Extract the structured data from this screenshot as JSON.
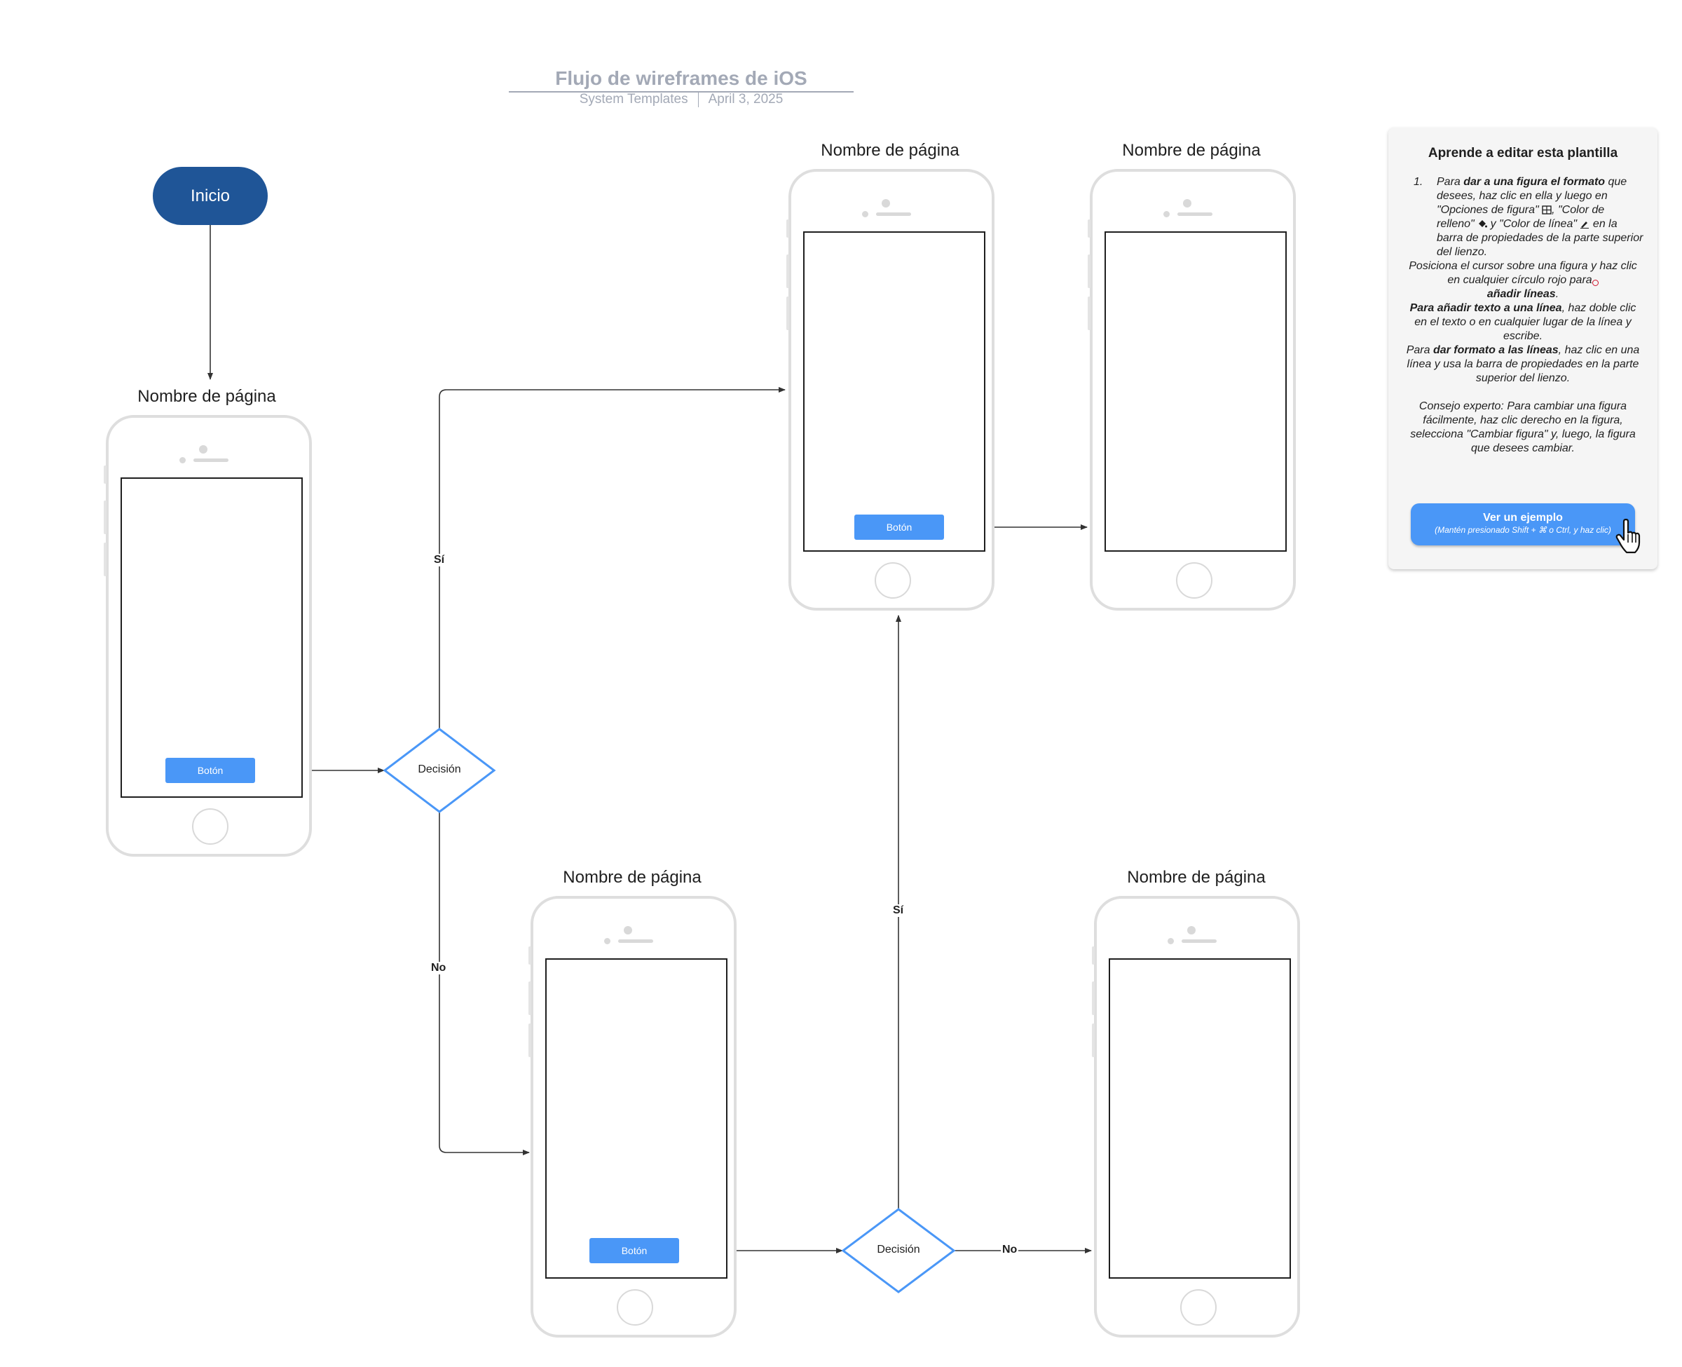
{
  "document": {
    "title": "Flujo de wireframes de iOS",
    "author": "System Templates",
    "date": "April 3, 2025"
  },
  "start": {
    "label": "Inicio"
  },
  "screens": [
    {
      "label": "Nombre de página",
      "button": "Botón"
    },
    {
      "label": "Nombre de página",
      "button": "Botón"
    },
    {
      "label": "Nombre de página",
      "button": ""
    },
    {
      "label": "Nombre de página",
      "button": "Botón"
    },
    {
      "label": "Nombre de página",
      "button": ""
    }
  ],
  "decisions": [
    {
      "label": "Decisión"
    },
    {
      "label": "Decisión"
    }
  ],
  "connectors": {
    "d1_yes": "Sí",
    "d1_no": "No",
    "d2_yes": "Sí",
    "d2_no": "No"
  },
  "help": {
    "title": "Aprende a editar esta plantilla",
    "step_number": "1.",
    "p1_a": "Para ",
    "p1_b": "dar a una figura el formato",
    "p1_c": " que desees, haz clic en ella y luego en \"Opciones de figura\" ",
    "p1_d": ", \"Color de relleno\" ",
    "p1_e": " y \"Color de línea\" ",
    "p1_f": " en la barra de propiedades de la parte superior del lienzo.",
    "p2_a": "Posiciona el cursor sobre una figura y haz clic en cualquier círculo rojo para",
    "p2_b": "añadir líneas",
    "p2_c": ".",
    "p3_a": "Para añadir texto a una línea",
    "p3_b": ", haz doble clic en el texto o en cualquier lugar de la línea y escribe.",
    "p4_a": "Para ",
    "p4_b": "dar formato a las líneas",
    "p4_c": ", haz clic en una línea y usa la barra de propiedades en la parte superior del lienzo.",
    "tip": "Consejo experto: Para cambiar una figura fácilmente, haz clic derecho en la figura, selecciona \"Cambiar figura\" y, luego, la figura que desees cambiar.",
    "button_main": "Ver un ejemplo",
    "button_sub": "(Mantén presionado Shift + ⌘ o Ctrl, y haz clic)"
  },
  "colors": {
    "start_fill": "#1f5597",
    "decision_stroke": "#4a97f7",
    "button_fill": "#4a97f7",
    "phone_frame": "#dedede",
    "connector": "#333333",
    "title_gray": "#a3a9b6"
  },
  "icons": [
    "shape-options-icon",
    "fill-color-icon",
    "line-color-icon",
    "red-circle-icon",
    "hand-pointer-icon",
    "chevron-arrow-icon"
  ]
}
